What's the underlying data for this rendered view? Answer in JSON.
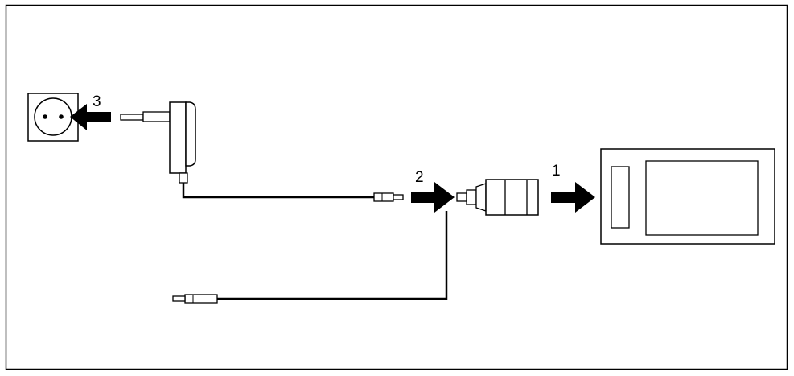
{
  "steps": {
    "step1": {
      "label": "1"
    },
    "step2": {
      "label": "2"
    },
    "step3": {
      "label": "3"
    }
  },
  "colors": {
    "ink": "#000000",
    "paper": "#ffffff"
  }
}
